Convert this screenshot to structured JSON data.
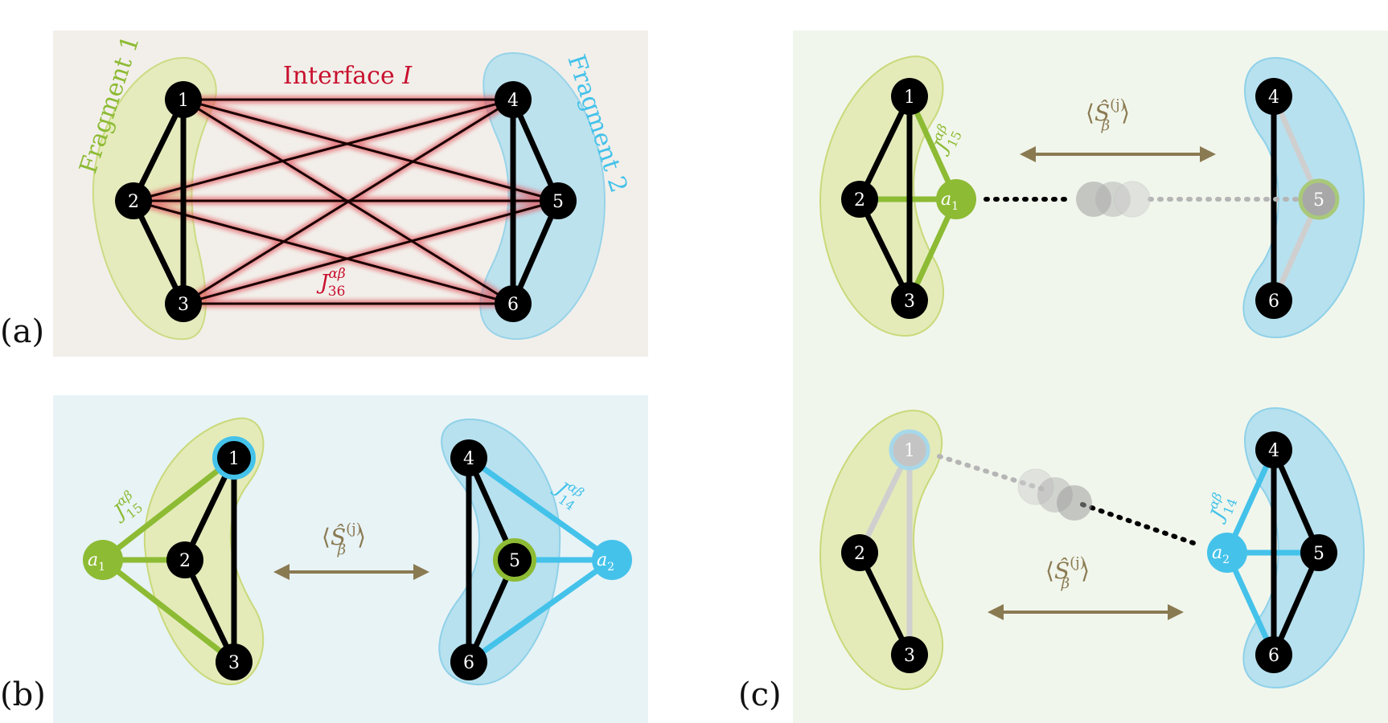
{
  "colors": {
    "green": "#8dbb34",
    "green_fill": "#e4ebb9",
    "blue": "#44c2ea",
    "blue_fill": "#b7e1ef",
    "red": "#c8102e",
    "arrow": "#8a7a52",
    "panel_a_bg": "#f2efea",
    "panel_b_bg": "#e8f3f6",
    "panel_c_bg": "#f1f6ec",
    "node": "#000000",
    "ghost": "#bdbdbd"
  },
  "panel_labels": {
    "a": "(a)",
    "b": "(b)",
    "c": "(c)"
  },
  "panel_a": {
    "fragment1": "Fragment 1",
    "fragment2": "Fragment 2",
    "interface_text": "Interface ",
    "interface_symbol": "I",
    "coupling": {
      "base": "J",
      "sup": "αβ",
      "sub": "36"
    }
  },
  "panel_b": {
    "expectation": {
      "open": "⟨",
      "base": "Ŝ",
      "sup": "(j)",
      "sub": "β",
      "close": "⟩"
    },
    "coupling_left": {
      "base": "J",
      "sup": "αβ",
      "sub": "15"
    },
    "coupling_right": {
      "base": "J",
      "sup": "αβ",
      "sub": "14"
    },
    "ancilla_left": {
      "base": "a",
      "sub": "1"
    },
    "ancilla_right": {
      "base": "a",
      "sub": "2"
    }
  },
  "panel_c_top": {
    "expectation": {
      "open": "⟨",
      "base": "Ŝ",
      "sup": "(j)",
      "sub": "β",
      "close": "⟩"
    },
    "coupling": {
      "base": "J",
      "sup": "αβ",
      "sub": "15"
    },
    "ancilla": {
      "base": "a",
      "sub": "1"
    }
  },
  "panel_c_bottom": {
    "expectation": {
      "open": "⟨",
      "base": "Ŝ",
      "sup": "(j)",
      "sub": "β",
      "close": "⟩"
    },
    "coupling": {
      "base": "J",
      "sup": "αβ",
      "sub": "14"
    },
    "ancilla": {
      "base": "a",
      "sub": "2"
    }
  },
  "nodes": {
    "n1": "1",
    "n2": "2",
    "n3": "3",
    "n4": "4",
    "n5": "5",
    "n6": "6"
  }
}
